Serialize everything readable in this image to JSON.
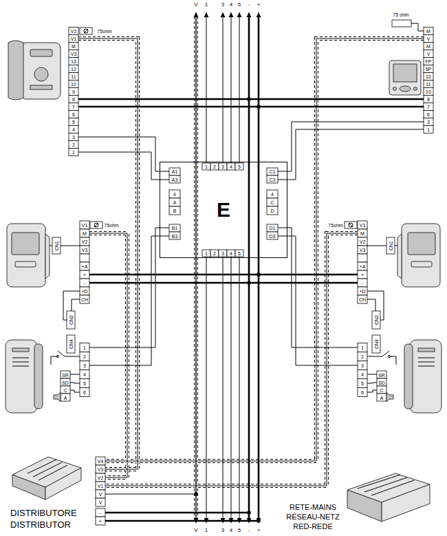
{
  "diagram": {
    "nodes": [
      {
        "text": [
          "E"
        ]
      }
    ],
    "labels": [
      "V",
      "1",
      "3",
      "4",
      "5",
      "-",
      "+",
      "75ohm",
      "V2",
      "V1",
      "M",
      "V3",
      "13",
      "12",
      "11",
      "10",
      "9",
      "8",
      "7",
      "6",
      "5",
      "4",
      "3",
      "2",
      "1",
      "75 ohm",
      "M",
      "V",
      "M",
      "V",
      "FP",
      "6P",
      "12",
      "11",
      "10",
      "8",
      "7",
      "6",
      "3",
      "1",
      "A1",
      "A3",
      "1",
      "2",
      "3",
      "4",
      "5",
      "C1",
      "C3",
      "4",
      "A",
      "B",
      "4",
      "C",
      "D",
      "B1",
      "B3",
      "1",
      "2",
      "3",
      "4",
      "5",
      "D1",
      "D3",
      "75ohm",
      "V1",
      "M",
      "V2",
      "V3",
      "+A",
      "+",
      "-",
      "+D",
      "CH",
      "CN1",
      "CN2",
      "CN4",
      "1",
      "2",
      "3",
      "4",
      "5",
      "6",
      "SR",
      "SD",
      "C",
      "A",
      "75ohm",
      "V1",
      "M",
      "V2",
      "V3",
      "+A",
      "+",
      "-",
      "+D",
      "CH",
      "CN1",
      "CN2",
      "CN4",
      "1",
      "2",
      "3",
      "4",
      "5",
      "6",
      "SR",
      "SD",
      "C",
      "A",
      "V4",
      "V3",
      "V2",
      "V1",
      "V",
      "V",
      "-",
      "+",
      "DISTRIBUTORE",
      "DISTRIBUTOR",
      "RETE-MAINS",
      "RÉSEAU-NETZ",
      "RED-REDE",
      "V",
      "1",
      "3",
      "4",
      "5",
      "-",
      "+"
    ]
  }
}
